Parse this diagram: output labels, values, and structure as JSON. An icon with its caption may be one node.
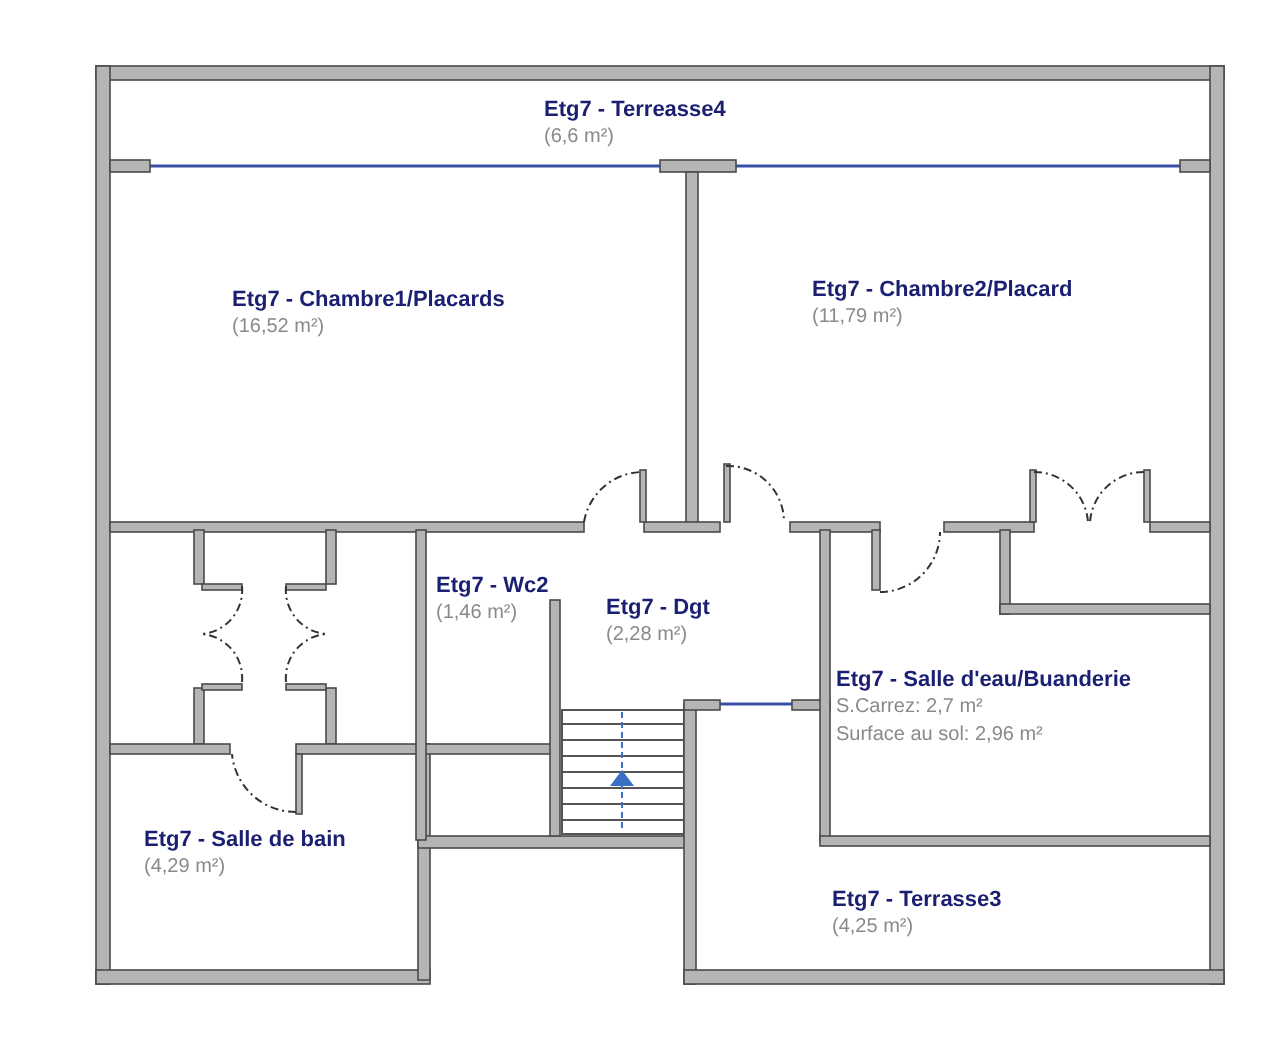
{
  "diagram": {
    "nodes": [
      {
        "text": [
          "Etg7 - Terreasse4",
          "(6,6 m²)"
        ]
      },
      {
        "text": [
          "Etg7 - Chambre1/Placards",
          "(16,52 m²)"
        ]
      },
      {
        "text": [
          "Etg7 - Chambre2/Placard",
          "(11,79 m²)"
        ]
      },
      {
        "text": [
          "Etg7 - Wc2",
          "(1,46 m²)"
        ]
      },
      {
        "text": [
          "Etg7 - Dgt",
          "(2,28 m²)"
        ]
      },
      {
        "text": [
          "Etg7 - Salle d'eau/Buanderie",
          "S.Carrez: 2,7 m²",
          "Surface au sol: 2,96 m²"
        ]
      },
      {
        "text": [
          "Etg7 - Salle de bain",
          "(4,29 m²)"
        ]
      },
      {
        "text": [
          "Etg7 - Terrasse3",
          "(4,25 m²)"
        ]
      }
    ]
  }
}
